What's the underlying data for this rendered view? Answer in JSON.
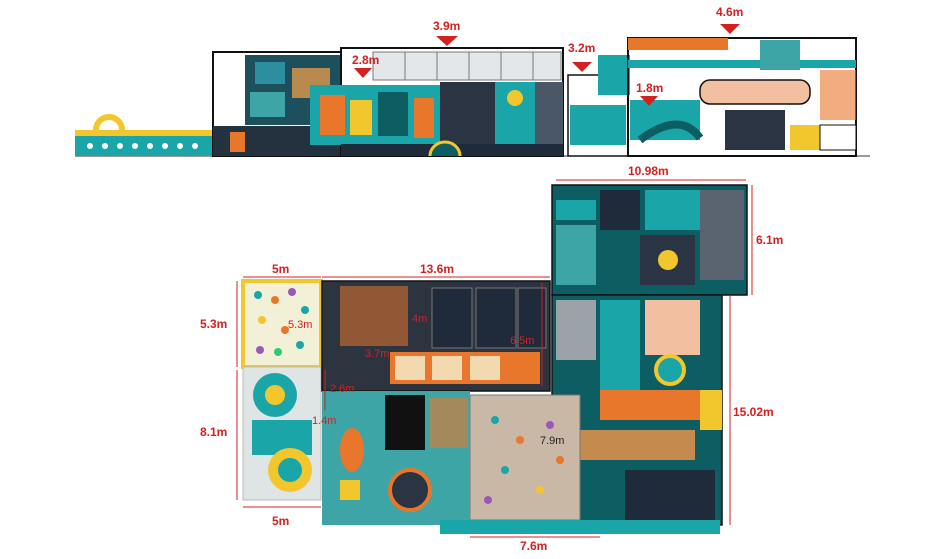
{
  "colors": {
    "teal": "#1aa5a8",
    "dark_teal": "#0d5e63",
    "orange": "#e8762b",
    "navy": "#1f2a3a",
    "dim_red": "#d42020",
    "outline": "#111111",
    "yellow": "#f2c72e",
    "grey": "#9aa3a8"
  },
  "elevation": {
    "heights": [
      "2.8m",
      "3.9m",
      "3.2m",
      "4.6m",
      "1.8m"
    ]
  },
  "plan": {
    "dims": {
      "top_left_w": "5m",
      "top_mid_w": "13.6m",
      "top_right_w": "10.98m",
      "left_h_top": "5.3m",
      "inner_53": "5.3m",
      "left_h_bottom": "8.1m",
      "bottom_left_w": "5m",
      "bottom_mid_w": "7.6m",
      "right_h_small": "6.1m",
      "right_h_big": "15.02m",
      "trampoline_h": "6.5m",
      "ninja_w": "3.7m",
      "ninja_h": "4m",
      "corridor_26": "2.6m",
      "corridor_14": "1.4m",
      "pit_79": "7.9m"
    }
  }
}
